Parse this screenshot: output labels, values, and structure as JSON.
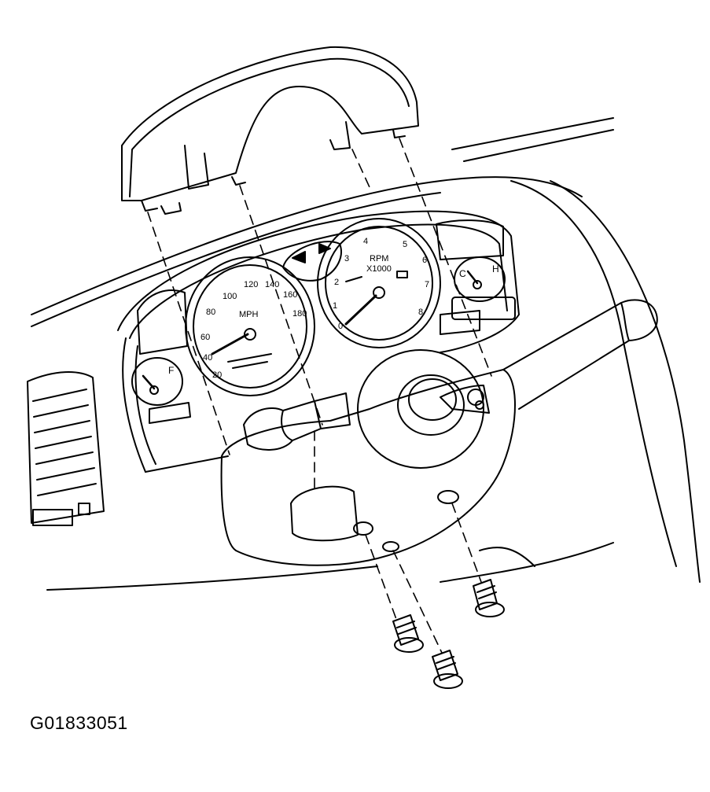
{
  "figure_id": "G01833051",
  "speedometer": {
    "unit_label": "MPH",
    "tick_labels": [
      "20",
      "40",
      "60",
      "80",
      "100",
      "120",
      "140",
      "160",
      "180"
    ]
  },
  "tachometer": {
    "unit_label": "RPM",
    "multiplier_label": "X1000",
    "tick_labels": [
      "0",
      "1",
      "2",
      "3",
      "4",
      "5",
      "6",
      "7",
      "8"
    ]
  },
  "fuel_gauge": {
    "full_label": "F"
  },
  "temp_gauge": {
    "hot_label": "H",
    "cold_label": "C"
  },
  "colors": {
    "ink": "#000000",
    "paper": "#ffffff"
  }
}
